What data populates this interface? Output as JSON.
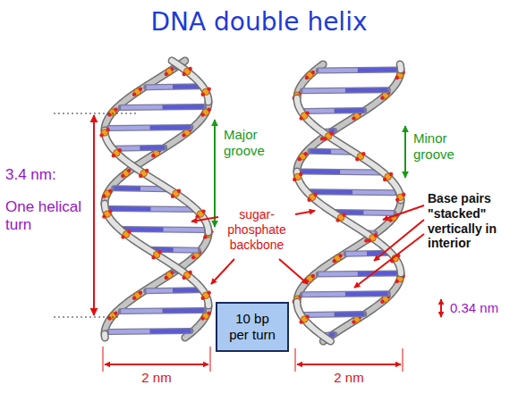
{
  "diagram": {
    "title": "DNA double helix",
    "nodes": [
      {
        "text": [
          "10 bp per turn"
        ]
      }
    ],
    "labels": [
      "3.4 nm:",
      "One helical turn",
      "Major groove",
      "sugar-phosphate backbone",
      "Minor groove",
      "Base pairs \"stacked\" vertically in interior",
      "0.34 nm",
      "2 nm",
      "2 nm"
    ]
  }
}
